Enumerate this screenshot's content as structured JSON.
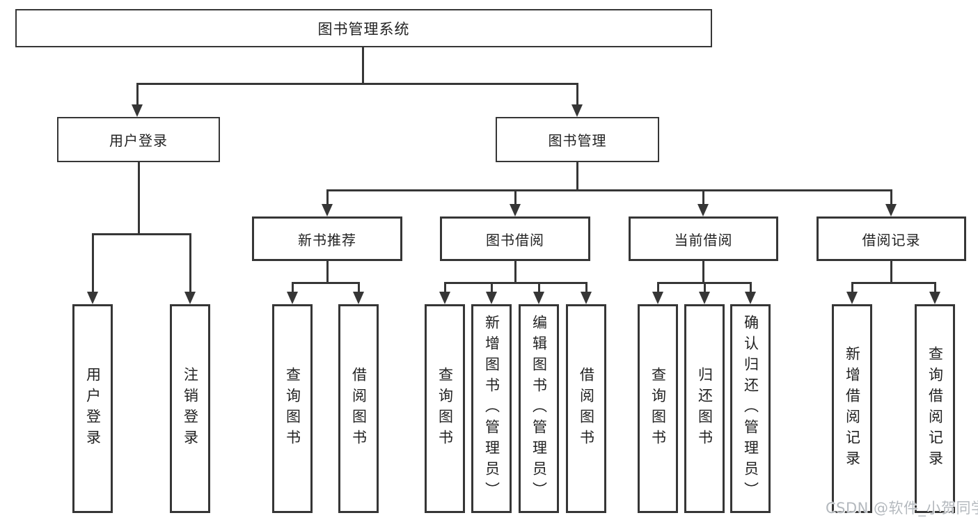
{
  "tree": {
    "root": {
      "label": "图书管理系统"
    },
    "branches": [
      {
        "label": "用户登录",
        "leaves": [
          {
            "label": "用户登录"
          },
          {
            "label": "注销登录"
          }
        ]
      },
      {
        "label": "图书管理",
        "groups": [
          {
            "label": "新书推荐",
            "leaves": [
              {
                "label": "查询图书"
              },
              {
                "label": "借阅图书"
              }
            ]
          },
          {
            "label": "图书借阅",
            "leaves": [
              {
                "label": "查询图书"
              },
              {
                "label": "新增图书（管理员）"
              },
              {
                "label": "编辑图书（管理员）"
              },
              {
                "label": "借阅图书"
              }
            ]
          },
          {
            "label": "当前借阅",
            "leaves": [
              {
                "label": "查询图书"
              },
              {
                "label": "归还图书"
              },
              {
                "label": "确认归还（管理员）"
              }
            ]
          },
          {
            "label": "借阅记录",
            "leaves": [
              {
                "label": "新增借阅记录"
              },
              {
                "label": "查询借阅记录"
              }
            ]
          }
        ]
      }
    ]
  },
  "watermark": {
    "text": "CSDN @软件_小贺同学"
  },
  "colors": {
    "line": "#363636",
    "text": "#222222",
    "watermark": "#b4b9be",
    "background": "#ffffff"
  }
}
